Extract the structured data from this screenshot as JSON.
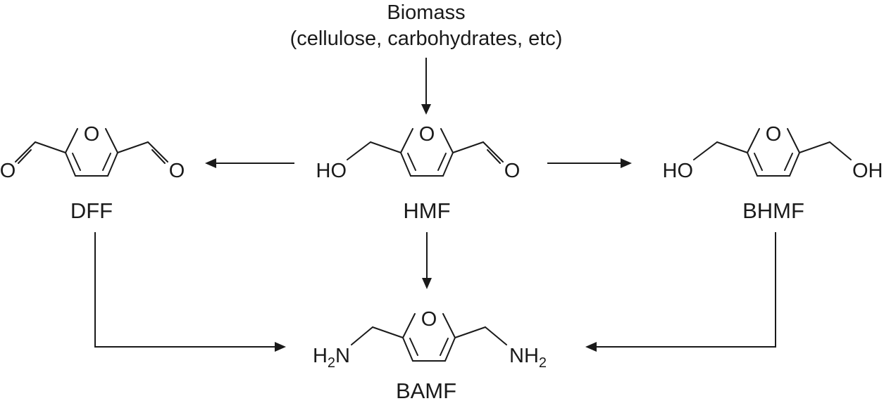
{
  "source": {
    "title": "Biomass",
    "subtitle": "(cellulose, carbohydrates, etc)"
  },
  "compounds": {
    "dff": {
      "label": "DFF",
      "atom_ring_o": "O",
      "atom_left": "O",
      "atom_right": "O"
    },
    "hmf": {
      "label": "HMF",
      "atom_ring_o": "O",
      "atom_left": "HO",
      "atom_right": "O"
    },
    "bhmf": {
      "label": "BHMF",
      "atom_ring_o": "O",
      "atom_left": "HO",
      "atom_right": "OH"
    },
    "bamf": {
      "label": "BAMF",
      "atom_ring_o": "O",
      "left_h": "H",
      "left_sub": "2",
      "left_n": "N",
      "right_nh": "NH",
      "right_sub": "2"
    }
  }
}
